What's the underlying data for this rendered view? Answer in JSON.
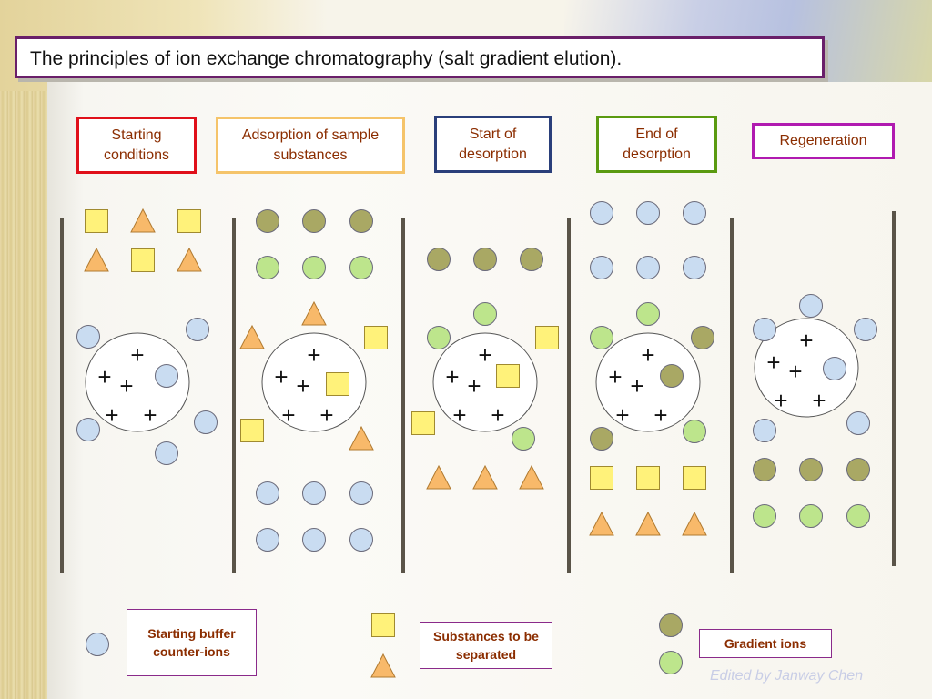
{
  "title": "The principles of ion exchange chromatography (salt gradient elution).",
  "stages": [
    {
      "label": "Starting conditions",
      "border_color": "#e0101a"
    },
    {
      "label": "Adsorption of sample substances",
      "border_color": "#f5c46a"
    },
    {
      "label": "Start of desorption",
      "border_color": "#2a3f7a"
    },
    {
      "label": "End of desorption",
      "border_color": "#5a9a10"
    },
    {
      "label": "Regeneration",
      "border_color": "#b01ab0"
    }
  ],
  "symbols": {
    "plus": "+",
    "buffer_counter_ion_color": "#c9dcf1",
    "gradient_ion_dark_color": "#a9a864",
    "gradient_ion_light_color": "#bde58c",
    "sample_square_color": "#fff27a",
    "sample_triangle_color": "#f8b96a",
    "column_wall_color": "#5a5448"
  },
  "legend": {
    "counter_ions": "Starting buffer counter-ions",
    "substances": "Substances to be separated",
    "gradient_ions": "Gradient ions"
  },
  "credit": "Edited by Janway Chen"
}
